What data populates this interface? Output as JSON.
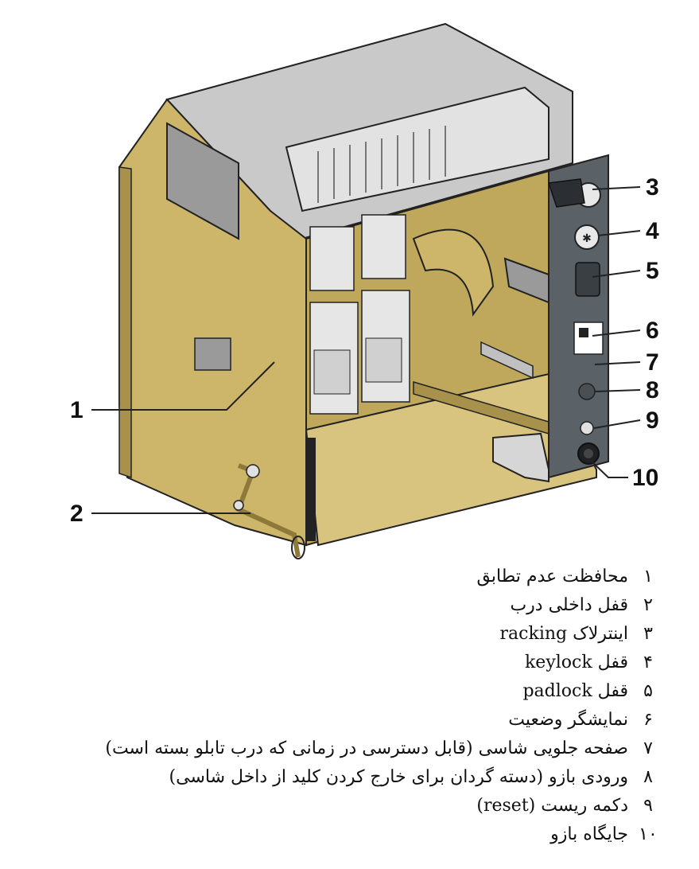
{
  "colors": {
    "housing": "#cdb66a",
    "housing_dark": "#a8914b",
    "metal": "#c9c9c9",
    "metal_dark": "#8d8d8d",
    "front_plate": "#5a6268",
    "line": "#222222"
  },
  "callouts": [
    {
      "id": "1",
      "label": "1"
    },
    {
      "id": "2",
      "label": "2"
    },
    {
      "id": "3",
      "label": "3"
    },
    {
      "id": "4",
      "label": "4"
    },
    {
      "id": "5",
      "label": "5"
    },
    {
      "id": "6",
      "label": "6"
    },
    {
      "id": "7",
      "label": "7"
    },
    {
      "id": "8",
      "label": "8"
    },
    {
      "id": "9",
      "label": "9"
    },
    {
      "id": "10",
      "label": "10"
    }
  ],
  "legend": [
    {
      "num": "۱",
      "text": "محافظت عدم تطابق"
    },
    {
      "num": "۲",
      "text": "قفل داخلی درب"
    },
    {
      "num": "۳",
      "text": "اینترلاک racking"
    },
    {
      "num": "۴",
      "text": "قفل keylock"
    },
    {
      "num": "۵",
      "text": "قفل padlock"
    },
    {
      "num": "۶",
      "text": "نمایشگر وضعیت"
    },
    {
      "num": "۷",
      "text": "صفحه جلویی شاسی (قابل دسترسی در زمانی که درب تابلو بسته است)"
    },
    {
      "num": "۸",
      "text": "ورودی بازو (دسته گردان برای خارج کردن کلید از داخل شاسی)"
    },
    {
      "num": "۹",
      "text": "دکمه ریست (reset)"
    },
    {
      "num": "۱۰",
      "text": "جایگاه بازو"
    }
  ]
}
